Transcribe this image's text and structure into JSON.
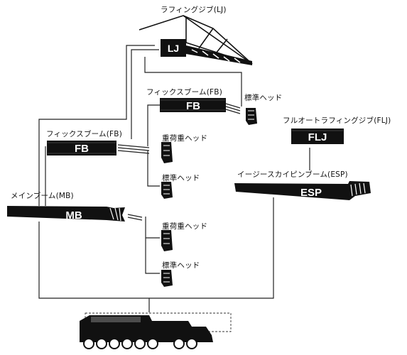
{
  "diagram": {
    "labels": {
      "luffing_jib": "ラフィングジブ(LJ)",
      "fixed_jib_upper": "フィックスブーム(FB)",
      "std_head_upper": "標準ヘッド",
      "fixed_jib_left": "フィックスブーム(FB)",
      "heavy_head_mid": "重荷重ヘッド",
      "std_head_mid": "標準ヘッド",
      "full_auto_luffing": "フルオートラフィングジブ(FLJ)",
      "easy_spin_boom": "イージースカイピンブーム(ESP)",
      "main_boom": "メインブーム(MB)",
      "heavy_head_low": "重荷重ヘッド",
      "std_head_low": "標準ヘッド"
    },
    "badges": {
      "lj": "LJ",
      "fb_upper": "FB",
      "fb_left": "FB",
      "flj": "FLJ",
      "esp": "ESP",
      "mb": "MB"
    }
  }
}
